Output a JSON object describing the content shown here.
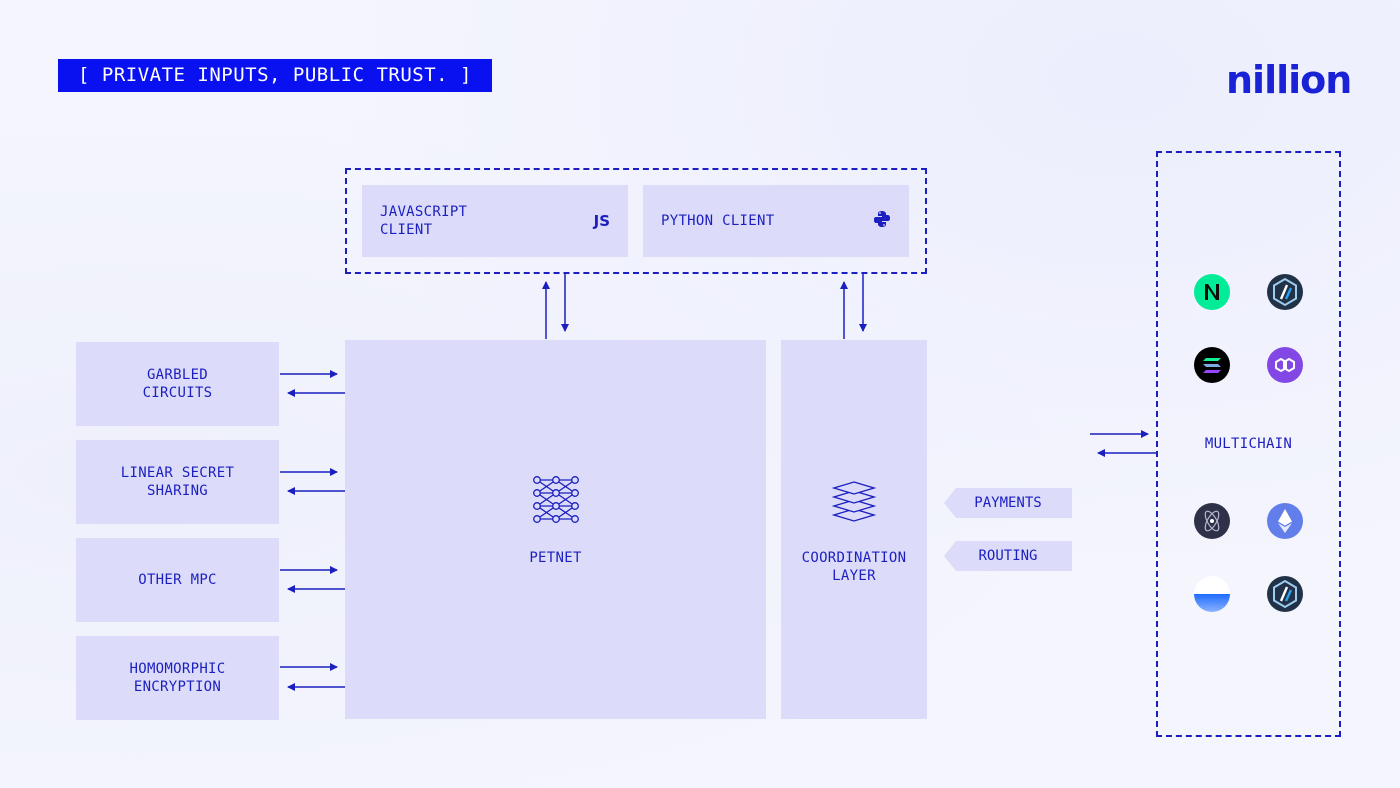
{
  "header": {
    "tagline": "[ PRIVATE INPUTS, PUBLIC TRUST. ]",
    "logo": "nillion"
  },
  "clients": [
    {
      "label": "JAVASCRIPT CLIENT",
      "badge": "JS",
      "icon": "js-icon"
    },
    {
      "label": "PYTHON CLIENT",
      "icon": "python-icon"
    }
  ],
  "techniques": [
    "GARBLED CIRCUITS",
    "LINEAR SECRET SHARING",
    "OTHER MPC",
    "HOMOMORPHIC ENCRYPTION"
  ],
  "petnet": {
    "label": "PETNET",
    "icon": "network-icon"
  },
  "coordination": {
    "label": "COORDINATION LAYER",
    "icon": "layers-icon"
  },
  "tags": [
    "PAYMENTS",
    "ROUTING"
  ],
  "multichain": {
    "label": "MULTICHAIN",
    "chains": [
      {
        "icon": "near-icon",
        "color": "#00ec97"
      },
      {
        "icon": "arbitrum-icon",
        "color": "#213147"
      },
      {
        "icon": "solana-icon",
        "color": "#000000"
      },
      {
        "icon": "polygon-icon",
        "color": "#8247e5"
      },
      {
        "icon": "cosmos-icon",
        "color": "#2e3148"
      },
      {
        "icon": "ethereum-icon",
        "color": "#627eea"
      },
      {
        "icon": "chain-half-icon",
        "color": "#1e6bff"
      },
      {
        "icon": "arbitrum-icon",
        "color": "#213147"
      }
    ]
  },
  "colors": {
    "accent": "#1b1fbf",
    "tagline_bg": "#0a11f0",
    "box": "#dcdcfa"
  }
}
